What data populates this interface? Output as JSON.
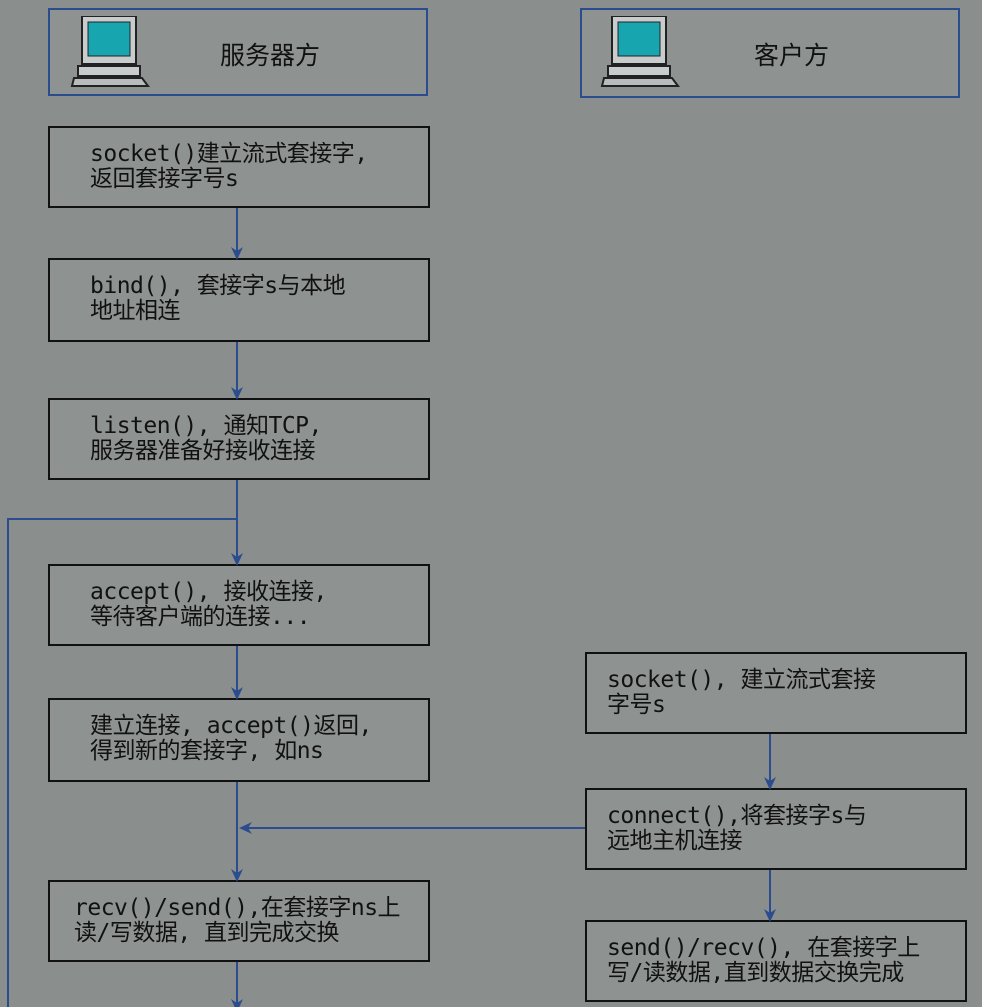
{
  "server": {
    "title": "服务器方",
    "steps": [
      {
        "line1": "socket()建立流式套接字,",
        "line2": "返回套接字号s"
      },
      {
        "line1": "bind(), 套接字s与本地",
        "line2": "地址相连"
      },
      {
        "line1": "listen(), 通知TCP,",
        "line2": "服务器准备好接收连接"
      },
      {
        "line1": "accept(), 接收连接,",
        "line2": "等待客户端的连接..."
      },
      {
        "line1": "建立连接, accept()返回,",
        "line2": "得到新的套接字, 如ns"
      },
      {
        "line1": "recv()/send(),在套接字ns上",
        "line2": "读/写数据, 直到完成交换"
      }
    ]
  },
  "client": {
    "title": "客户方",
    "steps": [
      {
        "line1": "socket(), 建立流式套接",
        "line2": "字号s"
      },
      {
        "line1": "connect(),将套接字s与",
        "line2": "远地主机连接"
      },
      {
        "line1": "send()/recv(), 在套接字上",
        "line2": "写/读数据,直到数据交换完成"
      }
    ]
  },
  "colors": {
    "background": "#8a8f8d",
    "header_border": "#2b4d8f",
    "box_border": "#111111",
    "arrow": "#2b4d8f",
    "monitor_screen": "#17a5b0"
  },
  "icons": {
    "server": "computer-icon",
    "client": "computer-icon"
  }
}
